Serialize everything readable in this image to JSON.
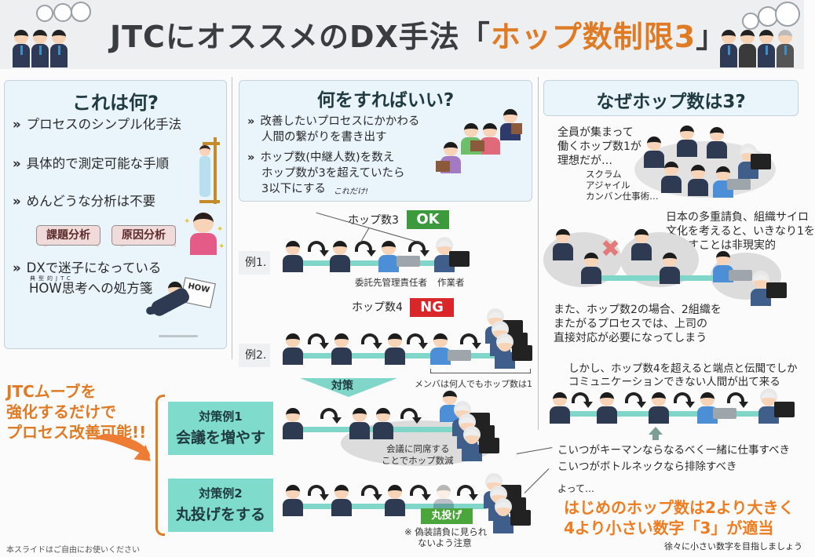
{
  "header": {
    "title_prefix": "JTCにオススメのDX手法「",
    "title_highlight": "ホップ数制限3",
    "title_suffix": "」",
    "accent_color": "#e07b25"
  },
  "panel_what": {
    "title": "これは何?",
    "bullet_mark": "»",
    "bullets": [
      "プロセスのシンプル化手法",
      "具体的で測定可能な手順",
      "めんどうな分析は不要",
      "DXで迷子になっている",
      "HOW思考への処方箋"
    ],
    "ruby": "典型的JTC",
    "tags": [
      "課題分析",
      "原因分析"
    ]
  },
  "panel_how": {
    "title": "何をすればいい?",
    "bullet_mark": "»",
    "bullets": [
      [
        "改善したいプロセスにかかわる",
        "人間の繋がりを書き出す"
      ],
      [
        "ホップ数(中継人数)を数え",
        "ホップ数が3を超えていたら",
        "3以下にする"
      ]
    ],
    "aside": "これだけ!"
  },
  "panel_why": {
    "title": "なぜホップ数は3?"
  },
  "example1": {
    "label": "例1.",
    "hop_label": "ホップ数3",
    "badge": "OK",
    "badge_color": "#3c9a3c",
    "captions": [
      "委託先管理責任者",
      "作業者"
    ]
  },
  "example2": {
    "label": "例2.",
    "hop_label": "ホップ数4",
    "badge": "NG",
    "badge_color": "#d9262b",
    "note": "メンバは何人でもホップ数は1"
  },
  "countermeasure": {
    "label": "対策",
    "case1": {
      "title": "対策例1",
      "subtitle": "会議を増やす",
      "note1": "会議に同席する",
      "note2": "ことでホップ数減"
    },
    "case2": {
      "title": "対策例2",
      "subtitle": "丸投げをする",
      "badge": "丸投げ",
      "note1": "※ 偽装請負に見られ",
      "note2": "ないよう注意"
    }
  },
  "callout": {
    "lines": [
      "JTCムーブを",
      "強化するだけで",
      "プロセス改善可能!!"
    ]
  },
  "why": {
    "ideal": [
      "全員が集まって",
      "働くホップ数1が",
      "理想だが…"
    ],
    "methods": [
      "スクラム",
      "アジャイル",
      "カンバン仕事術…"
    ],
    "unrealistic": [
      "日本の多重請負、組織サイロ",
      "文化を考えると、いきなり1を",
      "目指すことは非現実的"
    ],
    "hop2": [
      "また、ホップ数2の場合、2組織を",
      "またがるプロセスでは、上司の",
      "直接対応が必要になってしまう"
    ],
    "hop4": [
      "しかし、ホップ数4を超えると端点と伝聞でしか",
      "コミュニケーションできない人間が出て来る"
    ],
    "keyman": "こいつがキーマンならなるべく一緒に仕事すべき",
    "bottleneck": "こいつがボトルネックなら排除すべき",
    "therefore": "よって…",
    "conclusion": [
      "はじめのホップ数は2より大きく",
      "4より小さい数字「3」が適当"
    ],
    "hint": "徐々に小さい数字を目指しましょう"
  },
  "footer": {
    "note": "本スライドはご自由にお使いください"
  }
}
